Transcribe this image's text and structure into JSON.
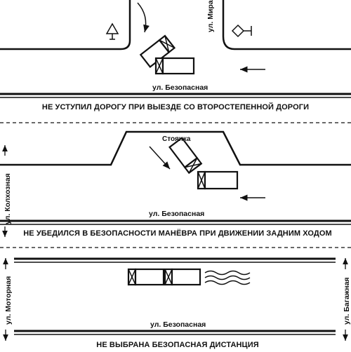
{
  "panels": [
    {
      "caption": "НЕ УСТУПИЛ ДОРОГУ ПРИ ВЫЕЗДЕ СО ВТОРОСТЕПЕННОЙ ДОРОГИ",
      "street_main": "ул. Безопасная",
      "street_side": "ул. Мира",
      "signs": [
        "yield-sign-icon",
        "priority-road-sign-icon"
      ]
    },
    {
      "caption": "НЕ УБЕДИЛСЯ В БЕЗОПАСНОСТИ МАНЁВРА ПРИ ДВИЖЕНИИ ЗАДНИМ ХОДОМ",
      "street_main": "ул. Безопасная",
      "street_side": "ул. Колхозная",
      "parking_label": "Стоянка"
    },
    {
      "caption": "НЕ ВЫБРАНА БЕЗОПАСНАЯ ДИСТАНЦИЯ",
      "street_main": "ул. Безопасная",
      "street_left": "ул. Моторная",
      "street_right": "ул. Багажная"
    }
  ]
}
